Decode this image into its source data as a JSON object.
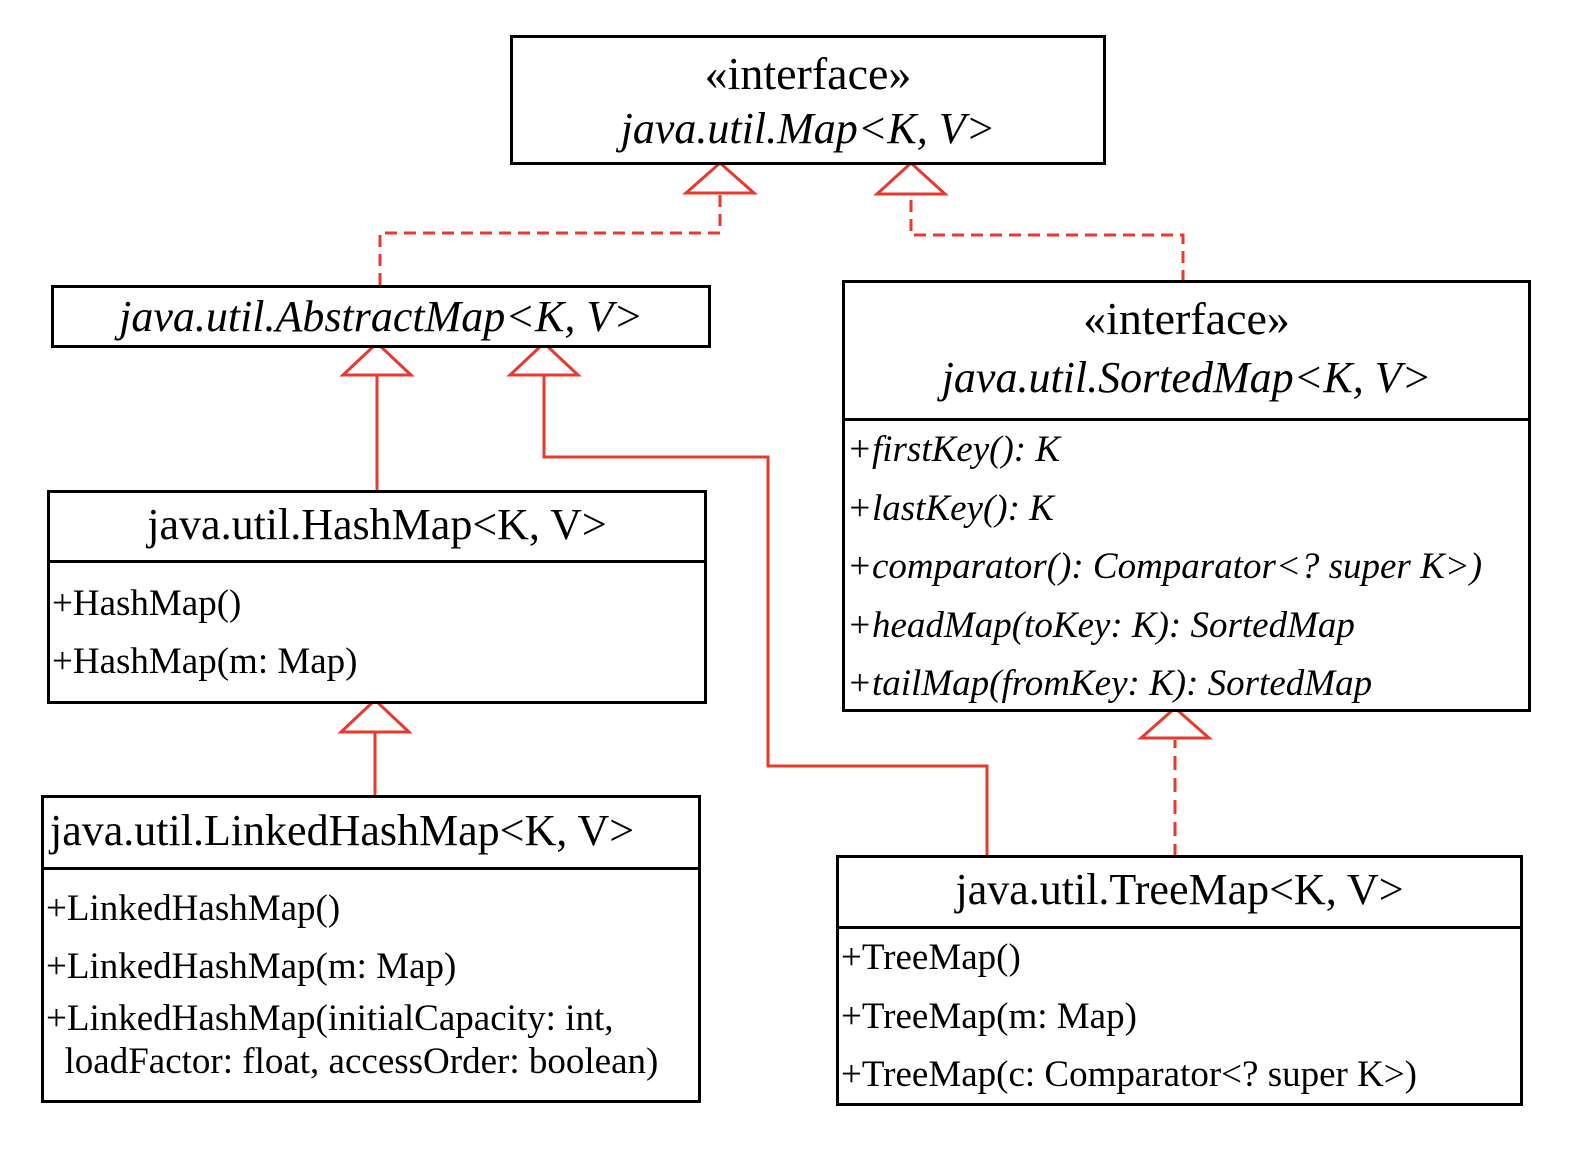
{
  "diagram": {
    "type": "uml-class-diagram",
    "colors": {
      "edge": "#e8392e",
      "border": "#000000",
      "background": "#ffffff"
    },
    "classes": {
      "map": {
        "stereotype": "«interface»",
        "name": "java.util.Map<K, V>",
        "italic_name": true,
        "members": []
      },
      "abstract_map": {
        "name": "java.util.AbstractMap<K, V>",
        "italic_name": true,
        "members": []
      },
      "sorted_map": {
        "stereotype": "«interface»",
        "name": "java.util.SortedMap<K, V>",
        "italic_name": true,
        "members": [
          "+firstKey(): K",
          "+lastKey(): K",
          "+comparator(): Comparator<? super K>)",
          "+headMap(toKey: K): SortedMap",
          "+tailMap(fromKey: K): SortedMap"
        ]
      },
      "hash_map": {
        "name": "java.util.HashMap<K, V>",
        "italic_name": false,
        "members": [
          "+HashMap()",
          "+HashMap(m: Map)"
        ]
      },
      "linked_hash_map": {
        "name": "java.util.LinkedHashMap<K, V>",
        "italic_name": false,
        "members": [
          "+LinkedHashMap()",
          "+LinkedHashMap(m: Map)",
          "+LinkedHashMap(initialCapacity: int,",
          "  loadFactor: float, accessOrder: boolean)"
        ]
      },
      "tree_map": {
        "name": "java.util.TreeMap<K, V>",
        "italic_name": false,
        "members": [
          "+TreeMap()",
          "+TreeMap(m: Map)",
          "+TreeMap(c: Comparator<? super K>)"
        ]
      }
    },
    "relationships": [
      {
        "from": "AbstractMap",
        "to": "Map",
        "kind": "realization"
      },
      {
        "from": "SortedMap",
        "to": "Map",
        "kind": "generalization-dashed"
      },
      {
        "from": "HashMap",
        "to": "AbstractMap",
        "kind": "generalization"
      },
      {
        "from": "TreeMap",
        "to": "AbstractMap",
        "kind": "generalization"
      },
      {
        "from": "LinkedHashMap",
        "to": "HashMap",
        "kind": "generalization"
      },
      {
        "from": "TreeMap",
        "to": "SortedMap",
        "kind": "realization"
      }
    ]
  }
}
